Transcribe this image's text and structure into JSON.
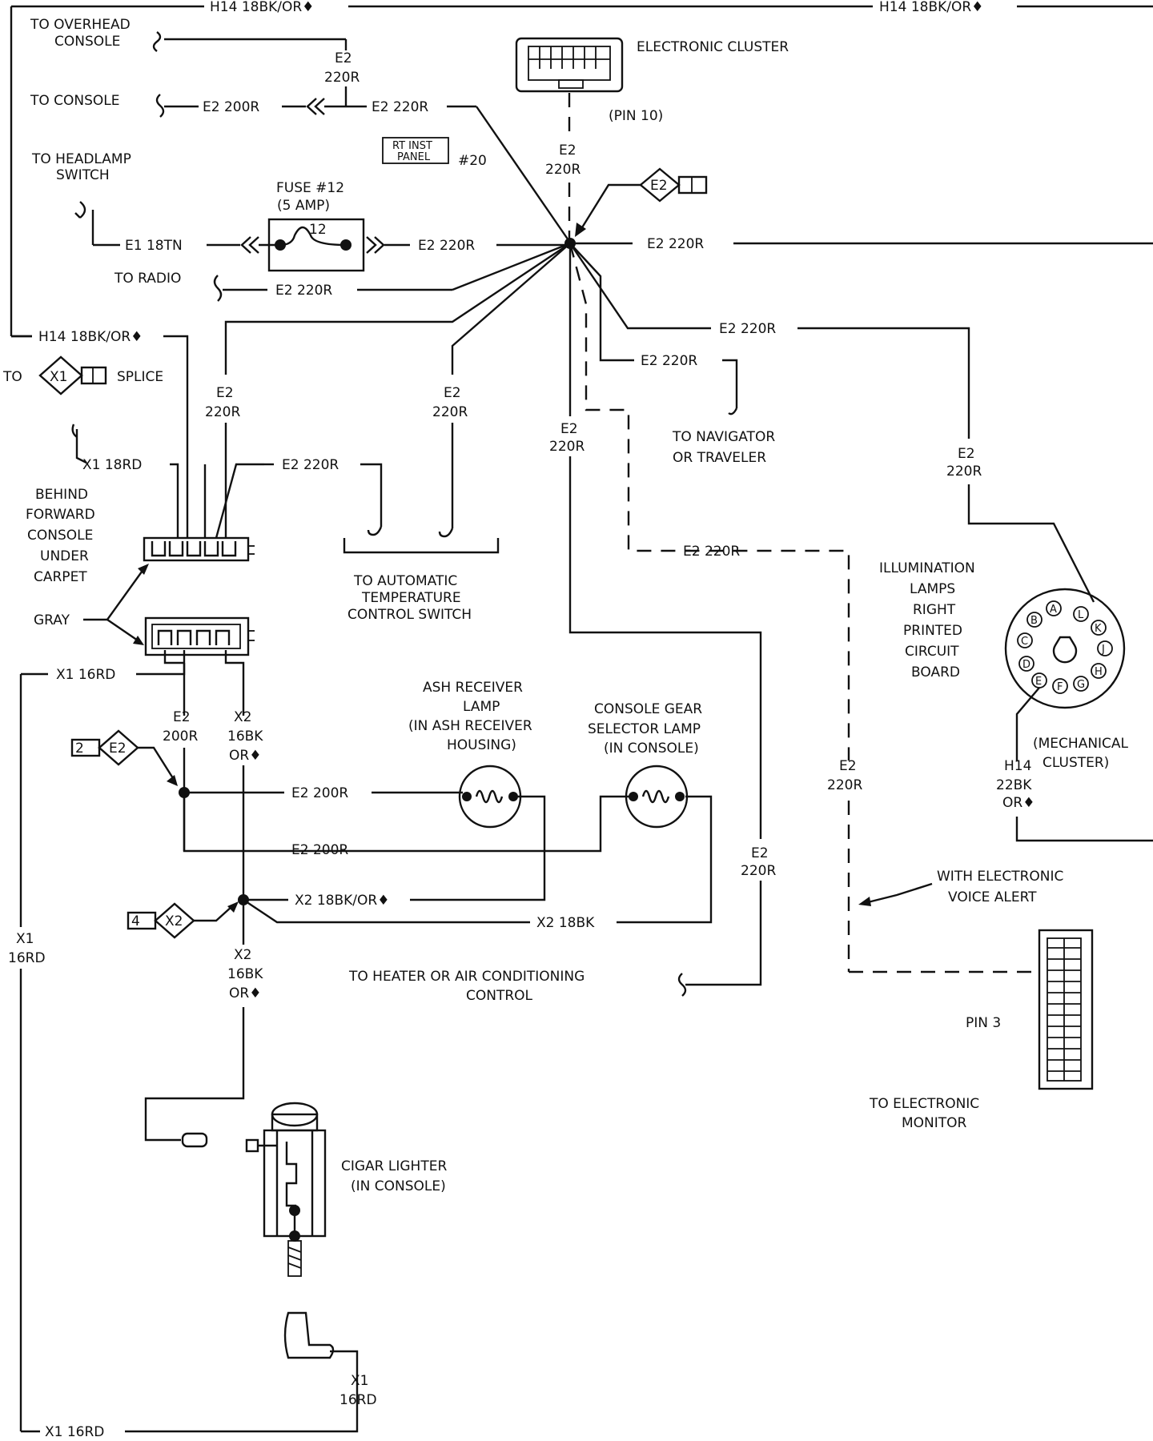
{
  "wires": {
    "h14_18bkor": "H14 18BK/OR♦",
    "e2_220r": "E2 220R",
    "e2": "E2",
    "r220": "220R",
    "e2_200r": "E2 200R",
    "r200": "200R",
    "e1_18tn": "E1 18TN",
    "x1_18rd": "X1 18RD",
    "x1_16rd": "X1 16RD",
    "x1": "X1",
    "rd16": "16RD",
    "x2": "X2",
    "bk16": "16BK",
    "or": "OR♦",
    "x2_18bkor": "X2 18BK/OR♦",
    "x2_18bk": "X2 18BK",
    "h14": "H14",
    "bk22": "22BK"
  },
  "destinations": {
    "overhead_console_1": "TO OVERHEAD",
    "overhead_console_2": "CONSOLE",
    "console": "TO CONSOLE",
    "headlamp_1": "TO HEADLAMP",
    "headlamp_2": "SWITCH",
    "radio": "TO RADIO",
    "navigator_1": "TO NAVIGATOR",
    "navigator_2": "OR TRAVELER",
    "atc_1": "TO AUTOMATIC",
    "atc_2": "TEMPERATURE",
    "atc_3": "CONTROL SWITCH",
    "heater_1": "TO HEATER OR AIR CONDITIONING",
    "heater_2": "CONTROL",
    "monitor_1": "TO ELECTRONIC",
    "monitor_2": "MONITOR",
    "to": "TO"
  },
  "components": {
    "electronic_cluster": "ELECTRONIC CLUSTER",
    "pin10": "(PIN 10)",
    "rt_inst_1": "RT INST",
    "rt_inst_2": "PANEL",
    "rt_inst_num": "#20",
    "fuse_1": "FUSE #12",
    "fuse_2": "(5 AMP)",
    "fuse_num": "12",
    "splice": "SPLICE",
    "behind_1": "BEHIND",
    "behind_2": "FORWARD",
    "behind_3": "CONSOLE",
    "behind_4": "UNDER",
    "behind_5": "CARPET",
    "gray": "GRAY",
    "ash_1": "ASH RECEIVER",
    "ash_2": "LAMP",
    "ash_3": "(IN ASH RECEIVER",
    "ash_4": "HOUSING)",
    "gear_1": "CONSOLE GEAR",
    "gear_2": "SELECTOR LAMP",
    "gear_3": "(IN CONSOLE)",
    "cigar_1": "CIGAR LIGHTER",
    "cigar_2": "(IN CONSOLE)",
    "illum_1": "ILLUMINATION",
    "illum_2": "LAMPS",
    "illum_3": "RIGHT",
    "illum_4": "PRINTED",
    "illum_5": "CIRCUIT",
    "illum_6": "BOARD",
    "mech_1": "(MECHANICAL",
    "mech_2": "CLUSTER)",
    "voice_1": "WITH ELECTRONIC",
    "voice_2": "VOICE ALERT",
    "pin3": "PIN 3",
    "pins": [
      "A",
      "B",
      "C",
      "D",
      "E",
      "F",
      "G",
      "H",
      "J",
      "K",
      "L"
    ]
  },
  "splice_tags": {
    "e2": "E2",
    "x1": "X1",
    "x2": "X2",
    "n2": "2",
    "n4": "4"
  }
}
